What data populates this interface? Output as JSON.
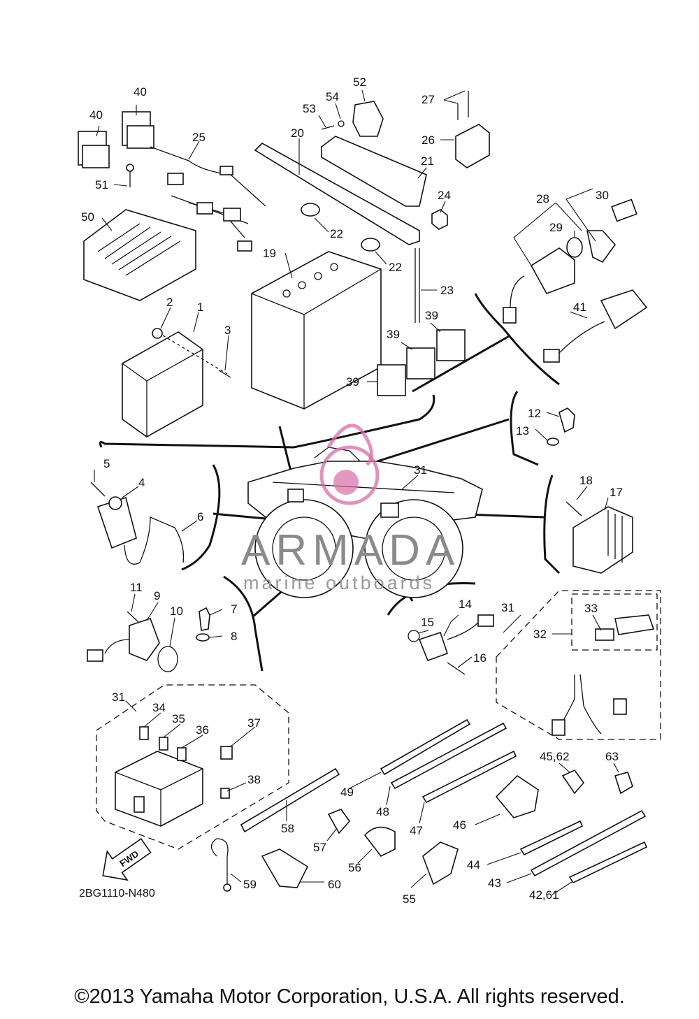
{
  "diagram": {
    "code": "2BG1110-N480",
    "copyright": "©2013 Yamaha Motor Corporation, U.S.A. All rights reserved.",
    "fwd_arrow": "FWD",
    "watermark": {
      "name": "ARMADA",
      "tagline": "marine outboards",
      "accent": "#d86ca5"
    },
    "callouts": [
      "1",
      "2",
      "3",
      "4",
      "5",
      "6",
      "7",
      "8",
      "9",
      "10",
      "11",
      "12",
      "13",
      "14",
      "15",
      "16",
      "17",
      "18",
      "19",
      "20",
      "21",
      "22",
      "22",
      "23",
      "24",
      "25",
      "26",
      "27",
      "28",
      "29",
      "30",
      "31",
      "31",
      "31",
      "32",
      "33",
      "34",
      "35",
      "36",
      "37",
      "38",
      "39",
      "39",
      "39",
      "40",
      "40",
      "41",
      "42,61",
      "43",
      "44",
      "45,62",
      "46",
      "47",
      "48",
      "49",
      "50",
      "51",
      "52",
      "53",
      "54",
      "55",
      "56",
      "57",
      "58",
      "59",
      "60",
      "63"
    ]
  }
}
